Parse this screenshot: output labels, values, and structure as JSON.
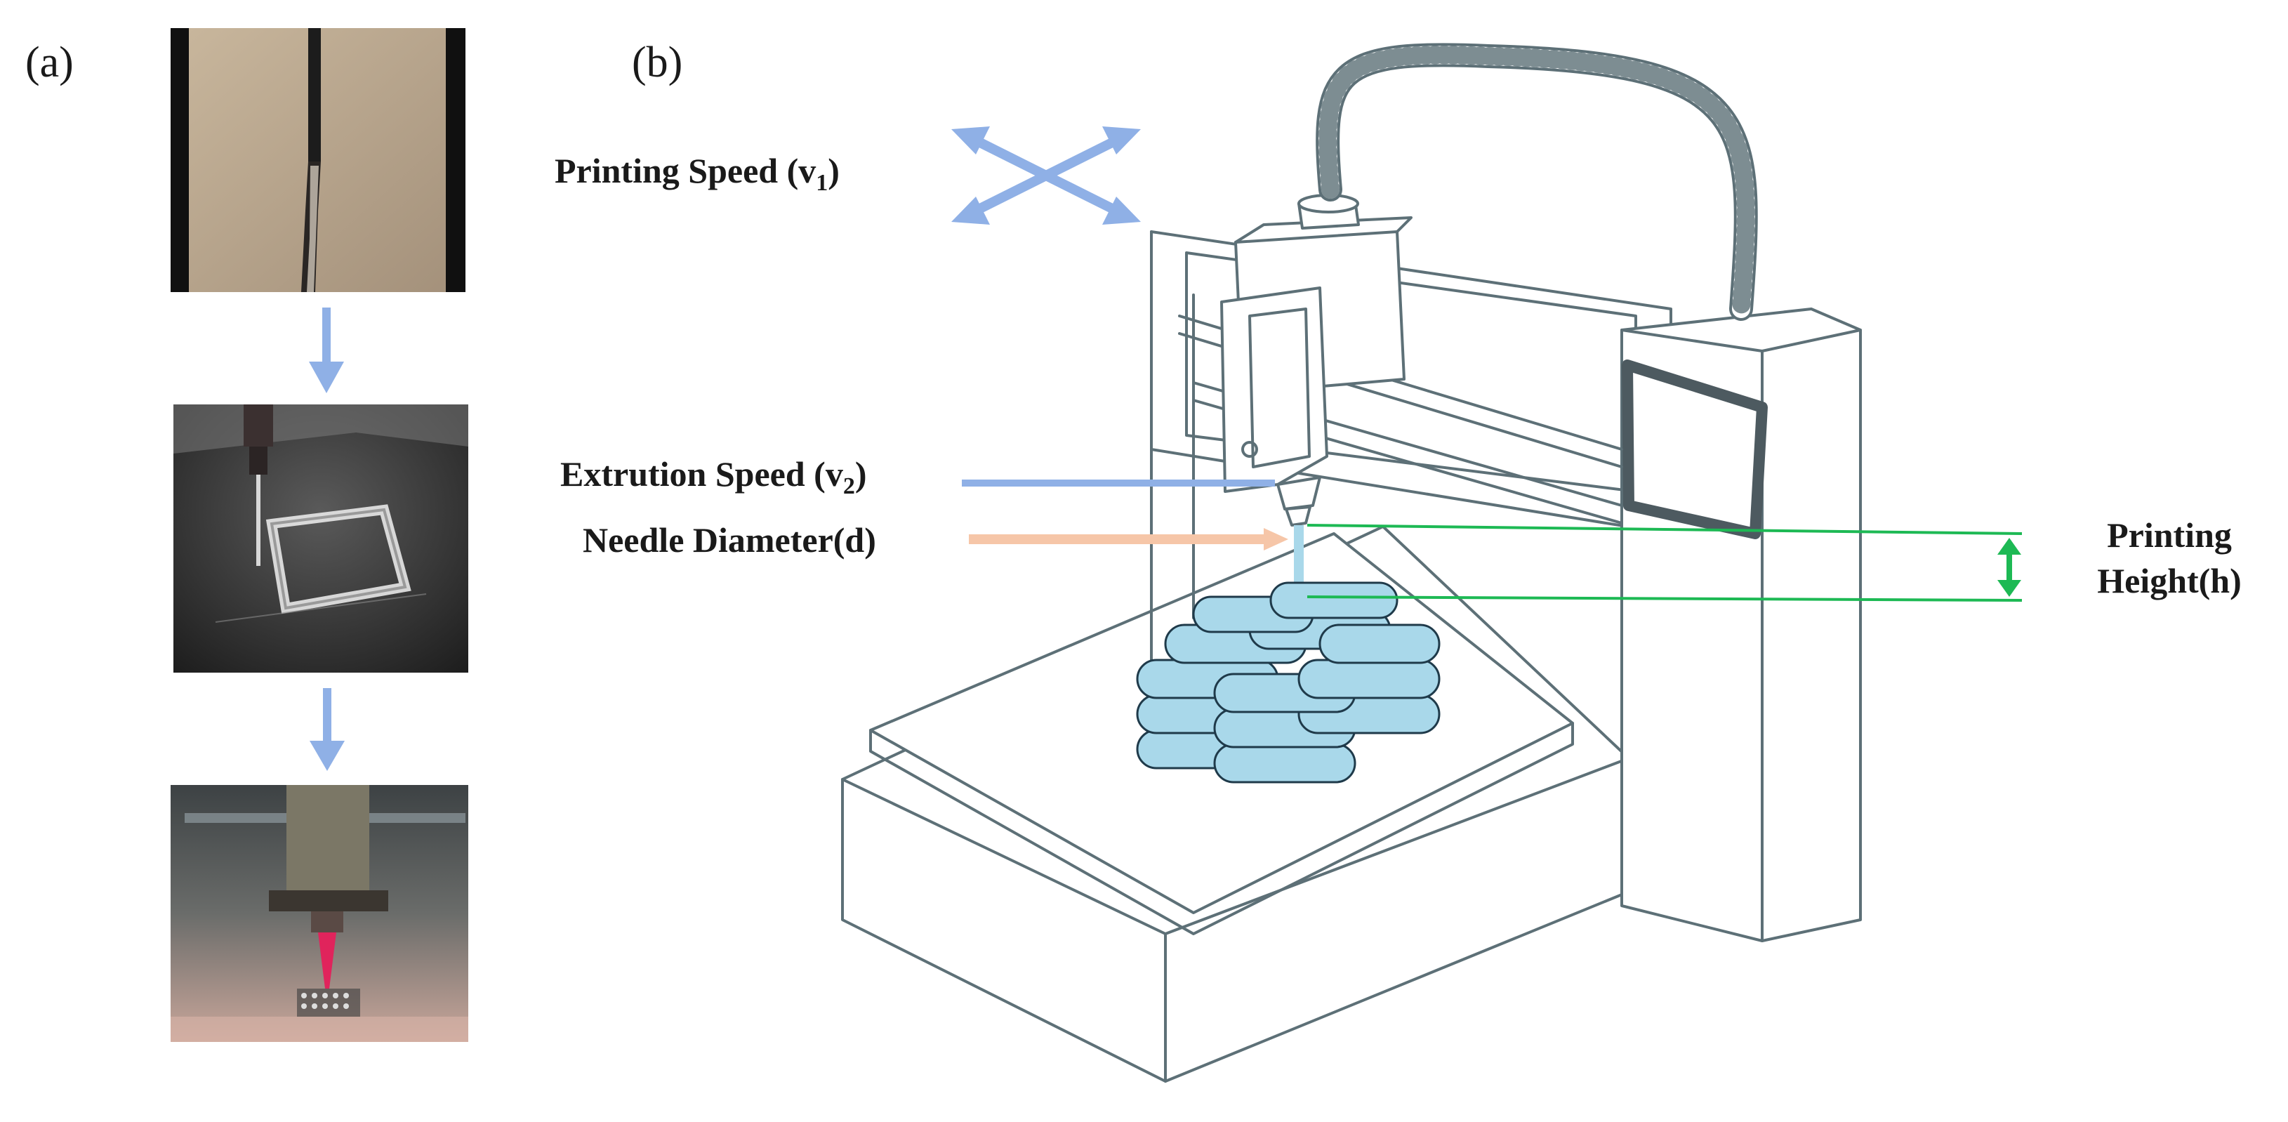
{
  "panels": {
    "a": "(a)",
    "b": "(b)"
  },
  "labels": {
    "printing_speed": "Printing Speed",
    "printing_speed_var": "v",
    "printing_speed_sub": "1",
    "extrusion_speed": "Extrution Speed",
    "extrusion_speed_var": "v",
    "extrusion_speed_sub": "2",
    "needle_diameter": "Needle Diameter(d)",
    "printing_height_line1": "Printing",
    "printing_height_line2": "Height(h)"
  },
  "colors": {
    "arrow_blue": "#8fb0e6",
    "needle_orange": "#f6c6a8",
    "height_green": "#1db954",
    "material_blue": "#a9d8ea",
    "printer_outline": "#5d7077",
    "screen_dark": "#4d5a60"
  },
  "icons": {
    "photo_flow_arrow": "arrow-down-icon",
    "speed_indicator": "cross-arrows-icon",
    "height_indicator": "double-arrow-vertical-icon"
  }
}
